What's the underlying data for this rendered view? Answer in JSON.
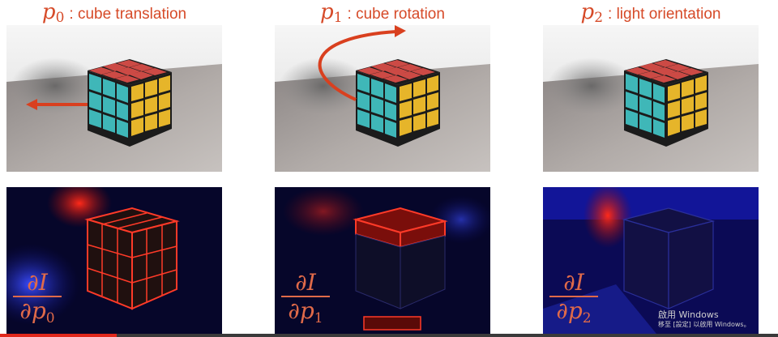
{
  "panels": [
    {
      "symbol": "p",
      "index": "0",
      "caption": ": cube translation",
      "derivative_numerator": "∂I",
      "derivative_denominator": "∂p",
      "derivative_index": "0"
    },
    {
      "symbol": "p",
      "index": "1",
      "caption": ": cube rotation",
      "derivative_numerator": "∂I",
      "derivative_denominator": "∂p",
      "derivative_index": "1"
    },
    {
      "symbol": "p",
      "index": "2",
      "caption": ": light orientation",
      "derivative_numerator": "∂I",
      "derivative_denominator": "∂p",
      "derivative_index": "2"
    }
  ],
  "watermark": {
    "line1": "啟用 Windows",
    "line2": "移至 [設定] 以啟用 Windows。"
  },
  "video_progress": {
    "played_fraction": 0.15
  },
  "colors": {
    "caption": "#d64a28",
    "arrow": "#d9401f",
    "progress": "#e0281c",
    "cube_red": "#cc4a45",
    "cube_teal": "#3fb7b8",
    "cube_yellow": "#e6b52a"
  }
}
